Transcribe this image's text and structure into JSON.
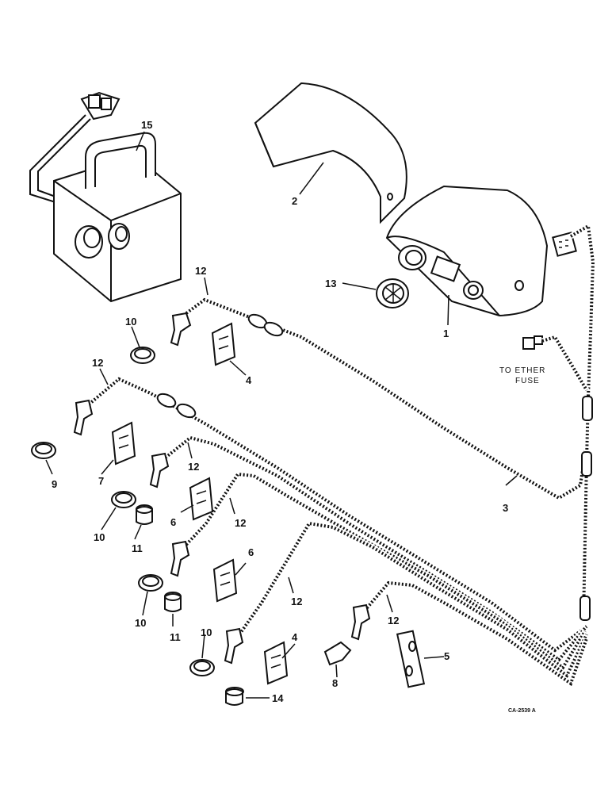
{
  "labels": {
    "l15": "15",
    "l2": "2",
    "l1": "1",
    "l13": "13",
    "l12a": "12",
    "l12b": "12",
    "l12c": "12",
    "l12d": "12",
    "l12e": "12",
    "l12f": "12",
    "l10a": "10",
    "l10b": "10",
    "l10c": "10",
    "l10d": "10",
    "l4a": "4",
    "l4b": "4",
    "l9": "9",
    "l7": "7",
    "l6a": "6",
    "l6b": "6",
    "l11a": "11",
    "l11b": "11",
    "l3": "3",
    "l5": "5",
    "l8": "8",
    "l14": "14"
  },
  "note": {
    "line1": "TO ETHER",
    "line2": "FUSE"
  },
  "drawing_code": "CA-2539 A"
}
